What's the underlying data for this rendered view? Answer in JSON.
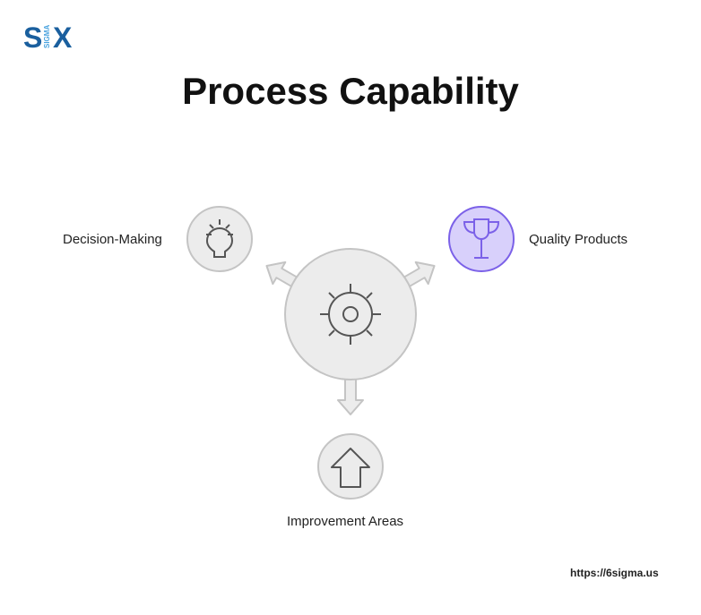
{
  "logo": {
    "text": "SIGMA X",
    "letters": "S",
    "sub": "SIGMA",
    "x": "X",
    "color": "#1a5f9e",
    "sub_color": "#4aa3df"
  },
  "title": "Process Capability",
  "center": {
    "icon": "gear-icon"
  },
  "nodes": [
    {
      "label": "Decision-Making",
      "icon": "lightbulb-icon"
    },
    {
      "label": "Quality Products",
      "icon": "trophy-icon",
      "fill": "#d8d0fb",
      "stroke": "#7b61e8"
    },
    {
      "label": "Improvement Areas",
      "icon": "arrow-up-icon"
    }
  ],
  "footer": {
    "url": "https://6sigma.us"
  }
}
